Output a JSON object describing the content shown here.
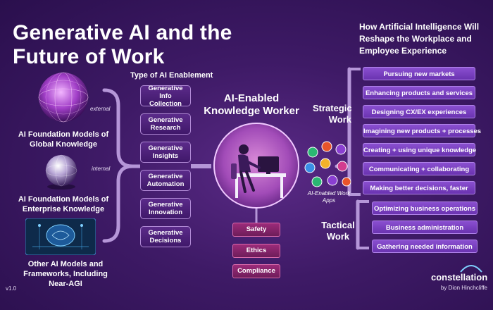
{
  "title_line1": "Generative AI and the",
  "title_line2": "Future of Work",
  "right_heading": "How Artificial Intelligence Will Reshape the Workplace and Employee Experience",
  "sources": [
    {
      "label": "AI Foundation Models of Global Knowledge",
      "tag": "external"
    },
    {
      "label": "AI Foundation Models of Enterprise Knowledge",
      "tag": "internal"
    },
    {
      "label": "Other AI Models and Frameworks, Including Near-AGI",
      "tag": ""
    }
  ],
  "enablement_title": "Type of AI Enablement",
  "enablement": [
    "Generative Info Collection",
    "Generative Research",
    "Generative Insights",
    "Generative Automation",
    "Generative Innovation",
    "Generative Decisions"
  ],
  "center_title": "AI-Enabled Knowledge Worker",
  "governance": [
    "Safety",
    "Ethics",
    "Compliance"
  ],
  "apps_label": "AI-Enabled Work Apps",
  "strategic_label": "Strategic Work",
  "tactical_label": "Tactical Work",
  "strategic_items": [
    "Pursuing new markets",
    "Enhancing products and services",
    "Designing CX/EX experiences",
    "Imagining new products + processes",
    "Creating + using unique knowledge",
    "Communicating + collaborating",
    "Making better decisions, faster"
  ],
  "tactical_items": [
    "Optimizing business operations",
    "Business administration",
    "Gathering needed information"
  ],
  "version": "v1.0",
  "brand": "constellation",
  "byline": "by Dion Hinchcliffe",
  "colors": {
    "background": "#3e1a66",
    "pill": "#7a40c0",
    "governance": "#8a2570",
    "accent_ring": "#c65bd6"
  },
  "app_dot_colors": [
    "#2bb673",
    "#e8542b",
    "#8a3fd1",
    "#3a8ee6",
    "#f2b12a",
    "#d23c8f",
    "#2bb673",
    "#8a3fd1",
    "#e8542b"
  ]
}
